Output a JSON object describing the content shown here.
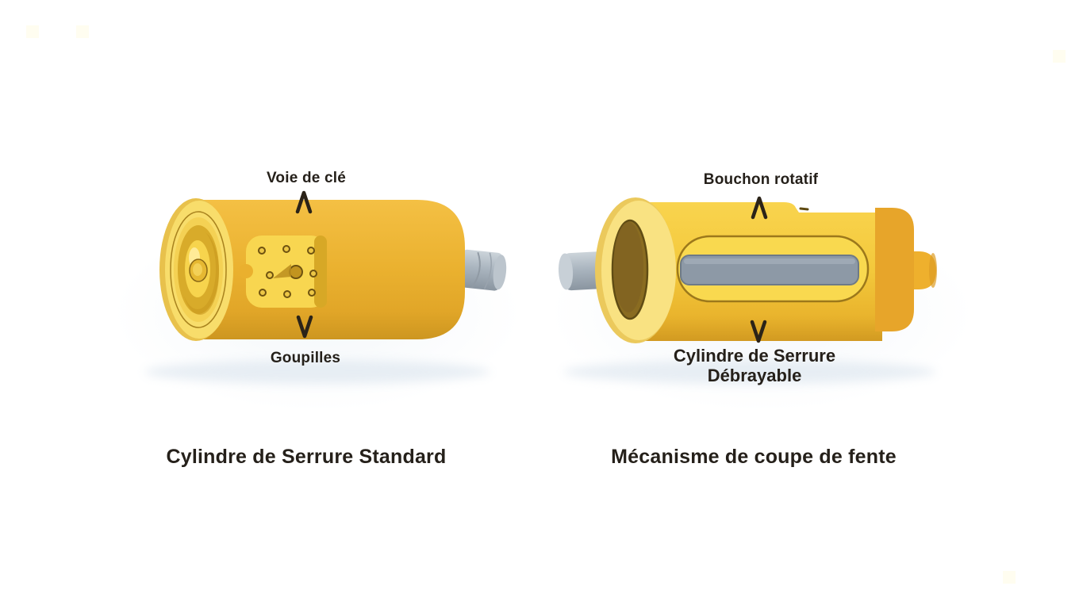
{
  "page": {
    "background": "#ffffff"
  },
  "palette": {
    "page_bg": "#ffffff",
    "label_color": "#25201a",
    "arrow_color": "#2b2318",
    "left_body_gold": "#eab12f",
    "left_face_light": "#f8dd6b",
    "pin_plate_yellow": "#f8d650",
    "right_body_yellow": "#f3c83b",
    "right_end_cap": "#e7a52a",
    "slot_yellow": "#f9d94f",
    "slot_outline": "#9c781b",
    "gray_bar": "#8d99a6",
    "gray_shaft": "#aab5bf",
    "face_ring_light": "#f9e282",
    "keyhole_dark": "#8a6c21",
    "watermark_dot": "#fffdf0"
  },
  "icons": {
    "caret_up": "caret-up-icon",
    "caret_down": "caret-down-icon"
  },
  "left_figure": {
    "label_top": "Voie de clé",
    "label_bottom": "Goupilles",
    "caption": "Cylindre de Serrure Standard"
  },
  "right_figure": {
    "label_top": "Bouchon rotatif",
    "label_bottom_line1": "Cylindre de Serrure",
    "label_bottom_line2": "Débrayable",
    "caption": "Mécanisme de coupe de fente"
  }
}
